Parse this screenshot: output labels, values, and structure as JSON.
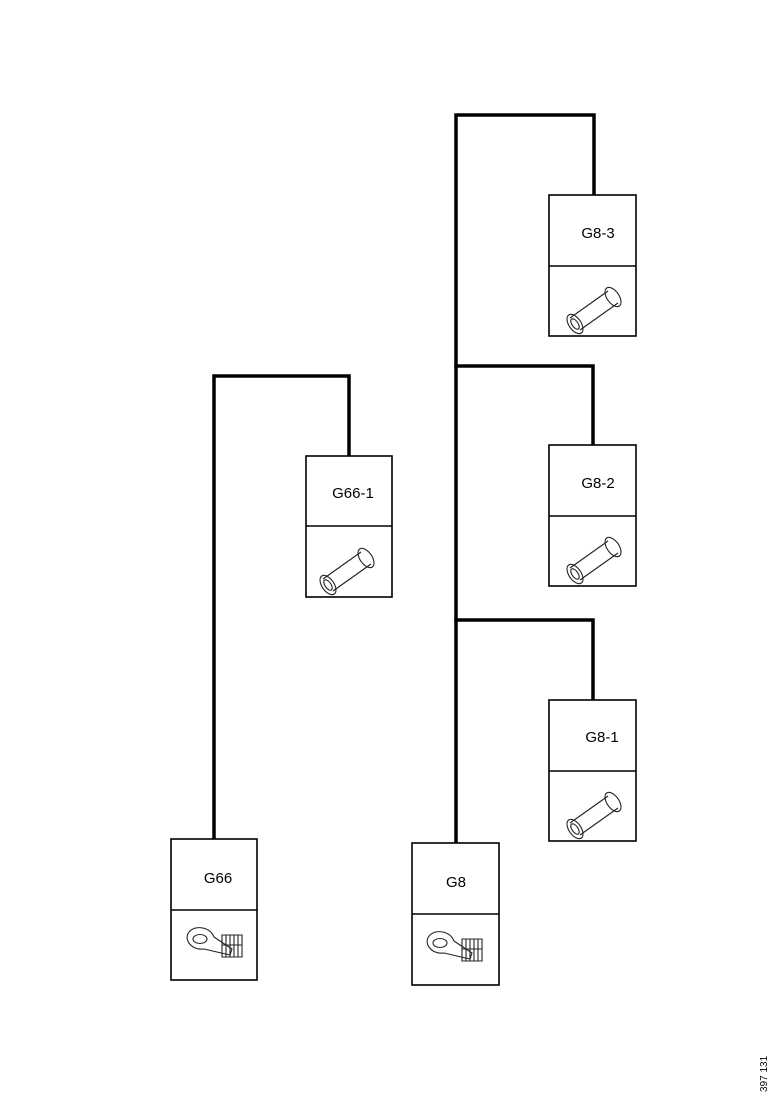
{
  "diagram": {
    "connectors": [
      {
        "label": "G66-1",
        "icon": "butt-splice-icon"
      },
      {
        "label": "G66",
        "icon": "ring-terminal-icon"
      },
      {
        "label": "G8-3",
        "icon": "butt-splice-icon"
      },
      {
        "label": "G8-2",
        "icon": "butt-splice-icon"
      },
      {
        "label": "G8-1",
        "icon": "butt-splice-icon"
      },
      {
        "label": "G8",
        "icon": "ring-terminal-icon"
      }
    ],
    "reference_number": "397 131"
  }
}
